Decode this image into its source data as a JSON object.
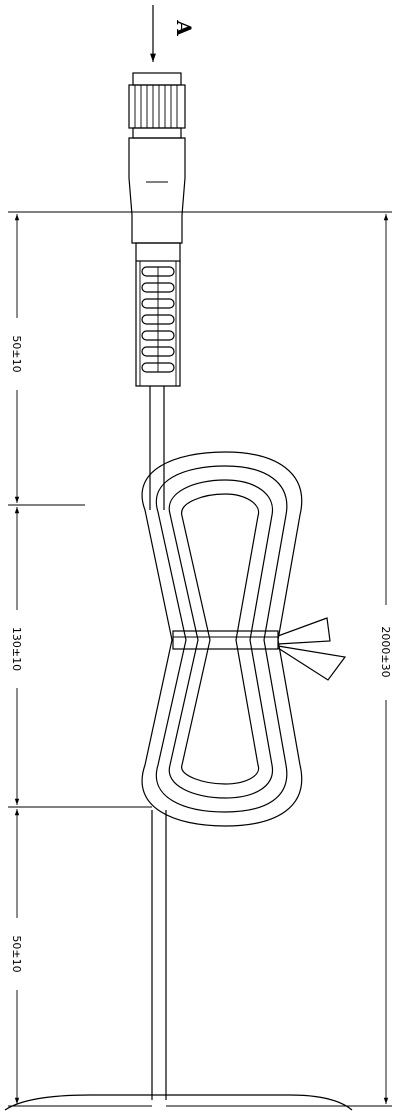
{
  "view_label": "A",
  "dimensions": {
    "top_segment": "50±10",
    "middle_segment": "130±10",
    "bottom_segment": "50±10",
    "total_length": "2000±30"
  },
  "colors": {
    "line": "#000000",
    "background": "#ffffff"
  }
}
